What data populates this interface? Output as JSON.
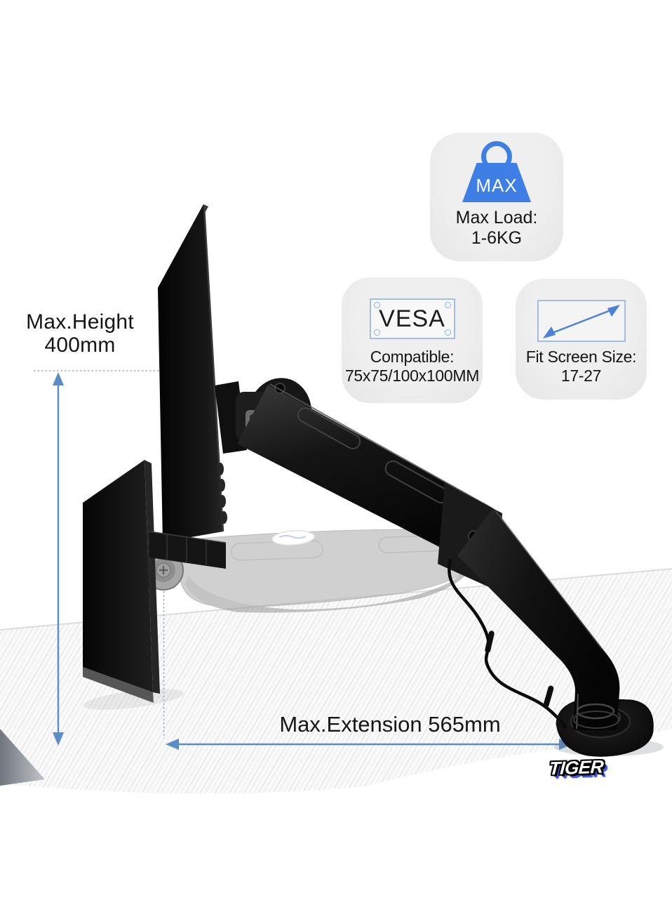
{
  "annotations": {
    "height": {
      "line1": "Max.Height",
      "line2": "400mm"
    },
    "extension": {
      "label": "Max.Extension 565mm"
    }
  },
  "badges": {
    "max_load": {
      "icon": "weight-icon",
      "icon_text": "MAX",
      "line1": "Max Load:",
      "line2": "1-6KG"
    },
    "vesa": {
      "icon": "vesa-plate-icon",
      "plate_text": "VESA",
      "line1": "Compatible:",
      "line2": "75x75/100x100MM"
    },
    "fit_screen": {
      "icon": "diagonal-arrow-icon",
      "line1": "Fit Screen Size:",
      "line2": "17-27"
    }
  },
  "brand": {
    "logo_text": "TIGER"
  },
  "colors": {
    "accent_blue": "#3E7FE6",
    "arrow_blue": "#5B8CC8",
    "dotted_blue": "#9AAECB",
    "badge_bg": "#EBEBEB",
    "logo_shadow_blue": "#4456E0",
    "product_black": "#111111",
    "ghost_gray": "#B2B2B2"
  }
}
